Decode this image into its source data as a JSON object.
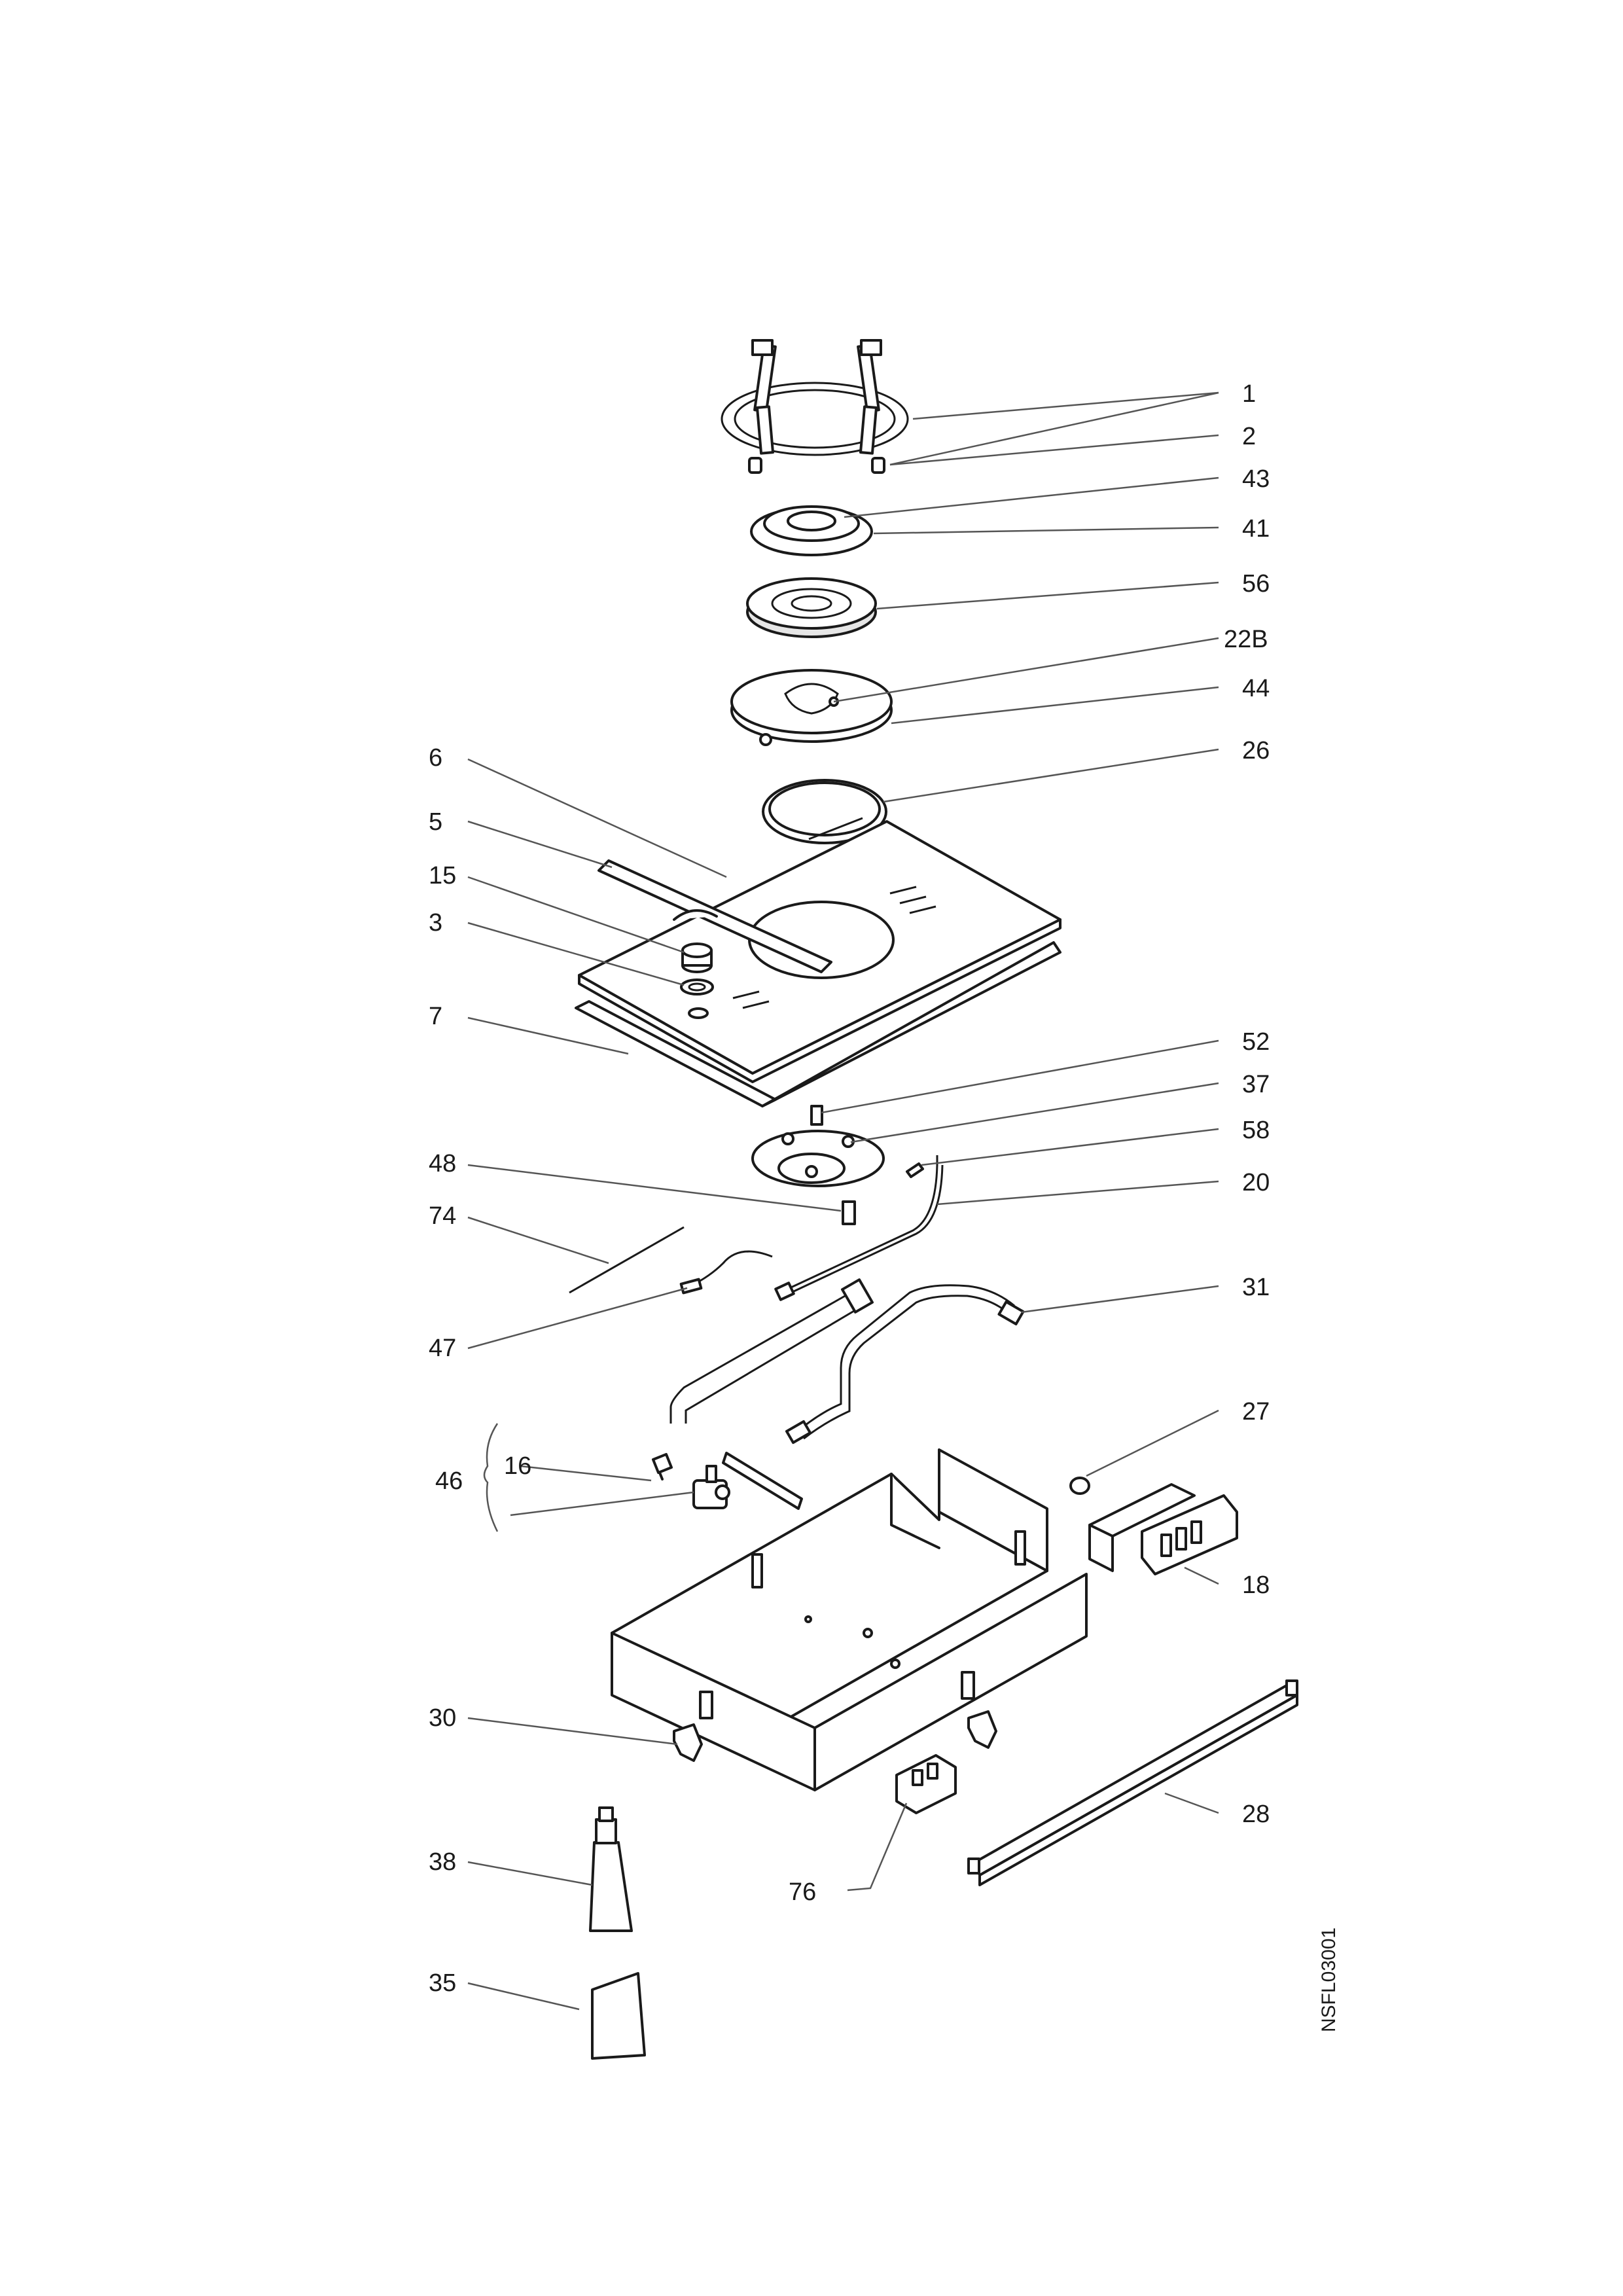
{
  "document_code": "NSFL03001",
  "callouts": [
    {
      "id": "1",
      "label": "1"
    },
    {
      "id": "2",
      "label": "2"
    },
    {
      "id": "43",
      "label": "43"
    },
    {
      "id": "41",
      "label": "41"
    },
    {
      "id": "56",
      "label": "56"
    },
    {
      "id": "22B",
      "label": "22B"
    },
    {
      "id": "44",
      "label": "44"
    },
    {
      "id": "26",
      "label": "26"
    },
    {
      "id": "6",
      "label": "6"
    },
    {
      "id": "5",
      "label": "5"
    },
    {
      "id": "15",
      "label": "15"
    },
    {
      "id": "3",
      "label": "3"
    },
    {
      "id": "7",
      "label": "7"
    },
    {
      "id": "52",
      "label": "52"
    },
    {
      "id": "37",
      "label": "37"
    },
    {
      "id": "58",
      "label": "58"
    },
    {
      "id": "48",
      "label": "48"
    },
    {
      "id": "20",
      "label": "20"
    },
    {
      "id": "74",
      "label": "74"
    },
    {
      "id": "31",
      "label": "31"
    },
    {
      "id": "47",
      "label": "47"
    },
    {
      "id": "27",
      "label": "27"
    },
    {
      "id": "46",
      "label": "46"
    },
    {
      "id": "16",
      "label": "16"
    },
    {
      "id": "18",
      "label": "18"
    },
    {
      "id": "30",
      "label": "30"
    },
    {
      "id": "28",
      "label": "28"
    },
    {
      "id": "38",
      "label": "38"
    },
    {
      "id": "76",
      "label": "76"
    },
    {
      "id": "35",
      "label": "35"
    }
  ]
}
